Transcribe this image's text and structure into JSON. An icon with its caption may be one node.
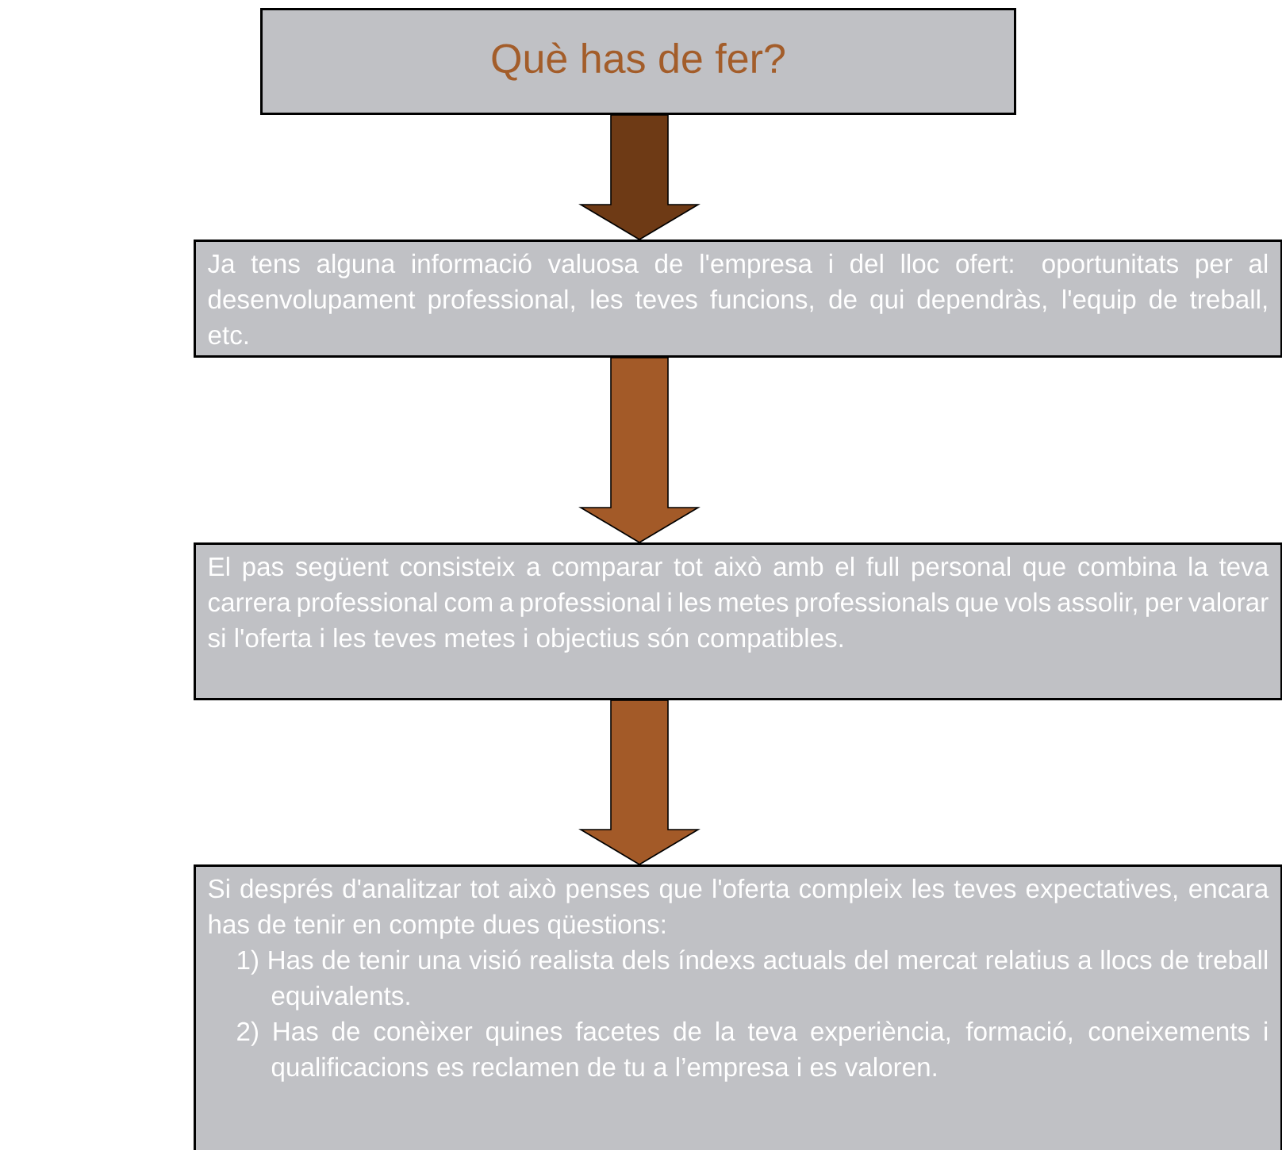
{
  "diagram": {
    "nodes": [
      {
        "text": [
          "Què has de fer?"
        ]
      },
      {
        "text": [
          "Ja tens alguna informació valuosa de l'empresa i del lloc ofert: oportunitats per al desenvolupament professional, les teves funcions, de qui dependràs, l'equip de treball, etc."
        ]
      },
      {
        "text": [
          "El pas següent consisteix a comparar tot això amb el full personal que combina la teva carrera professional com a professional i les metes professionals que vols assolir, per valorar si l'oferta i les teves metes i objectius són compatibles."
        ]
      },
      {
        "text": [
          "Si després d'analitzar tot això penses que l'oferta compleix les teves expectatives, encara has de tenir en compte dues qüestions:",
          "1) Has de tenir una visió realista dels índexs actuals del mercat relatius a llocs de treball equivalents.",
          "2) Has de conèixer quines facetes de la teva experiència, formació, coneixements i qualificacions es reclamen de tu a l’empresa i es valoren."
        ]
      }
    ],
    "edges": [
      {
        "from": 0,
        "to": 1,
        "arrow": "to",
        "color": "#6e3a15"
      },
      {
        "from": 1,
        "to": 2,
        "arrow": "to"
      },
      {
        "from": 2,
        "to": 3,
        "arrow": "to"
      }
    ]
  }
}
